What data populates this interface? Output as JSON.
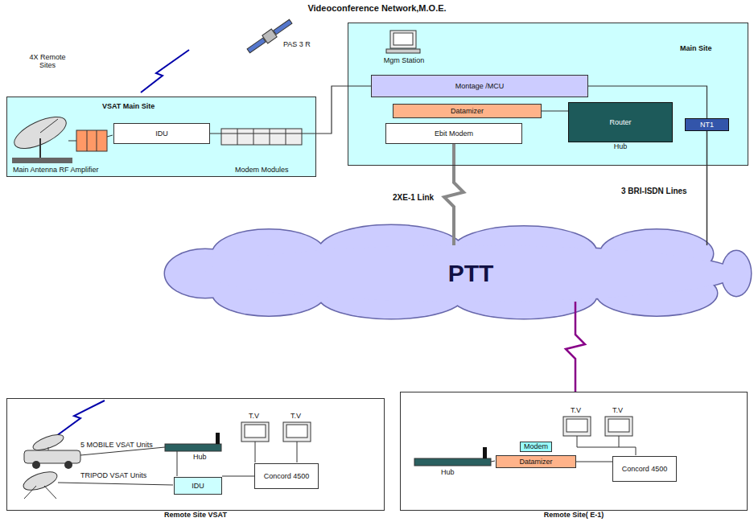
{
  "diagram": {
    "title": "Videoconference Network,M.O.E.",
    "nodes": [
      {
        "text": [
          "VSAT Main Site"
        ]
      },
      {
        "text": [
          "IDU"
        ],
        "in": 0
      },
      {
        "text": [
          "Main Site"
        ]
      },
      {
        "text": [
          "Mgm Station"
        ],
        "in": 2
      },
      {
        "text": [
          "Montage /MCU"
        ],
        "in": 2
      },
      {
        "text": [
          "Datamizer"
        ],
        "in": 2
      },
      {
        "text": [
          "Ebit Modem"
        ],
        "in": 2
      },
      {
        "text": [
          "Router",
          "Hub"
        ],
        "in": 2
      },
      {
        "text": [
          "NT1"
        ],
        "in": 2
      },
      {
        "text": [
          "PTT"
        ]
      },
      {
        "text": [
          "Remote Site VSAT"
        ]
      },
      {
        "text": [
          "IDU"
        ],
        "in": 10
      },
      {
        "text": [
          "Concord 4500"
        ],
        "in": 10
      },
      {
        "text": [
          "Remote Site( E-1)"
        ]
      },
      {
        "text": [
          "Modem"
        ],
        "in": 13
      },
      {
        "text": [
          "Datamizer"
        ],
        "in": 13
      },
      {
        "text": [
          "Concord 4500"
        ],
        "in": 13
      }
    ],
    "edges": [
      {
        "from": 1,
        "to": 4,
        "arrow": "none"
      },
      {
        "from": 4,
        "to": 8,
        "arrow": "none"
      },
      {
        "from": 5,
        "to": 7,
        "arrow": "none"
      },
      {
        "from": 6,
        "to": 9,
        "label": "2XE-1 Link",
        "arrow": "none"
      },
      {
        "from": 8,
        "to": 9,
        "label": "3 BRI-ISDN Lines",
        "arrow": "none"
      },
      {
        "from": 9,
        "to": 13,
        "arrow": "none"
      },
      {
        "from": 11,
        "to": 12,
        "arrow": "none"
      },
      {
        "from": 15,
        "to": 16,
        "arrow": "none"
      }
    ],
    "labels": [
      "PAS 3 R",
      "4X Remote Sites",
      "Main Antenna RF Amplifier",
      "Modem Modules",
      "5 MOBILE VSAT Units",
      "TRIPOD VSAT Units",
      "Hub",
      "T.V",
      "T.V",
      "Hub",
      "T.V",
      "T.V"
    ]
  }
}
